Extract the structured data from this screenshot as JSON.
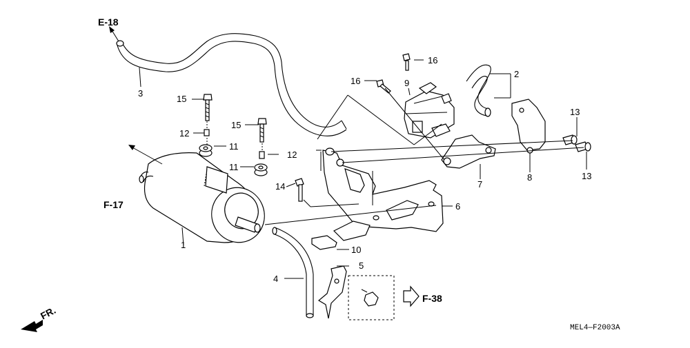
{
  "refs": {
    "e18": "E-18",
    "f17": "F-17",
    "f38": "F-38",
    "fr": "FR."
  },
  "callouts": {
    "c1": "1",
    "c2": "2",
    "c3": "3",
    "c4": "4",
    "c5": "5",
    "c6": "6",
    "c7": "7",
    "c8": "8",
    "c9": "9",
    "c10": "10",
    "c11a": "11",
    "c11b": "11",
    "c12a": "12",
    "c12b": "12",
    "c13a": "13",
    "c13b": "13",
    "c14": "14",
    "c15a": "15",
    "c15b": "15",
    "c16a": "16",
    "c16b": "16"
  },
  "diagram_code": "MEL4—F2003A"
}
